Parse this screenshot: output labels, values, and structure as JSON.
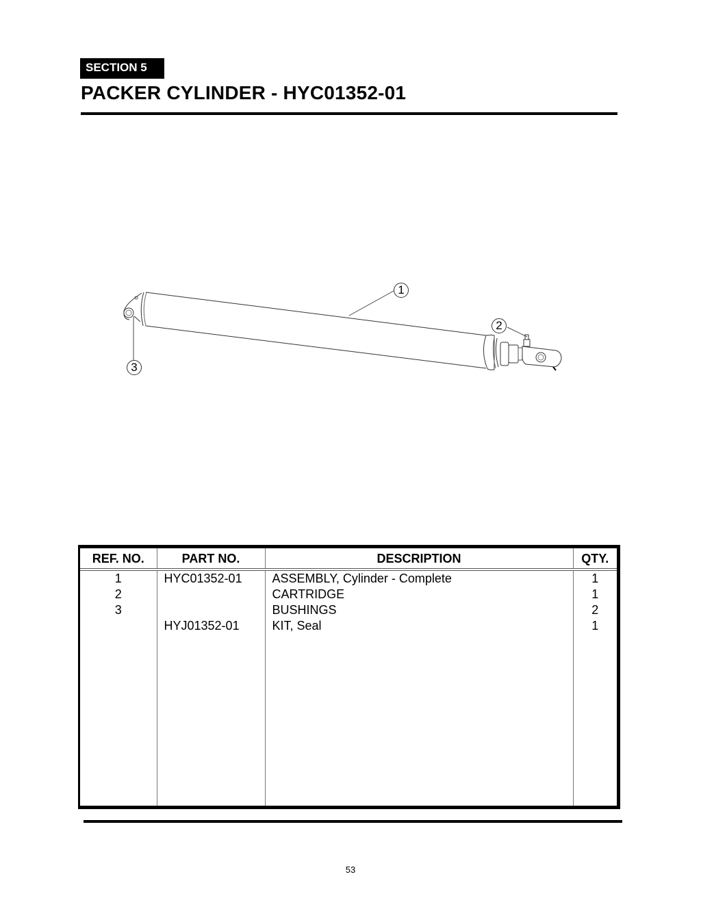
{
  "header": {
    "section_label": "SECTION 5",
    "title": "PACKER CYLINDER - HYC01352-01"
  },
  "diagram": {
    "subject": "packer-cylinder-assembly",
    "callouts": [
      {
        "number": "1",
        "target": "cylinder-body"
      },
      {
        "number": "2",
        "target": "cartridge"
      },
      {
        "number": "3",
        "target": "bushing"
      }
    ]
  },
  "parts_table": {
    "headers": {
      "ref_no": "REF. NO.",
      "part_no": "PART NO.",
      "description": "DESCRIPTION",
      "qty": "QTY."
    },
    "rows": [
      {
        "ref_no": "1",
        "part_no": "HYC01352-01",
        "description": "ASSEMBLY, Cylinder - Complete",
        "qty": "1"
      },
      {
        "ref_no": "2",
        "part_no": "",
        "description": "CARTRIDGE",
        "qty": "1"
      },
      {
        "ref_no": "3",
        "part_no": "",
        "description": "BUSHINGS",
        "qty": "2"
      },
      {
        "ref_no": "",
        "part_no": "HYJ01352-01",
        "description": "KIT, Seal",
        "qty": "1"
      }
    ]
  },
  "footer": {
    "page_number": "53"
  }
}
